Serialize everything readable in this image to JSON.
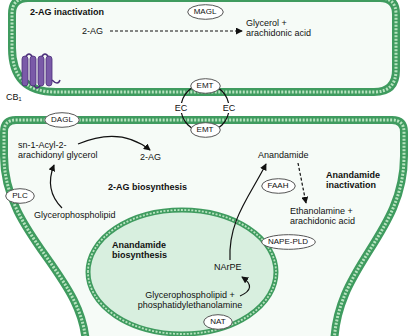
{
  "diagram": {
    "nodes": [
      {
        "text": [
          "2-AG inactivation",
          "2-AG",
          "Glycerol + arachidonic acid"
        ]
      },
      {
        "text": [
          "MAGL"
        ],
        "in": 0
      },
      {
        "text": [
          "EMT"
        ],
        "in": 0
      },
      {
        "text": [
          "sn-1-Acyl-2-arachidonyl glycerol",
          "2-AG",
          "2-AG biosynthesis",
          "Glycerophospholipid",
          "Anandamide",
          "Anandamide inactivation",
          "Ethanolamine + arachidonic acid"
        ]
      },
      {
        "text": [
          "DAGL"
        ],
        "in": 3
      },
      {
        "text": [
          "EMT"
        ],
        "in": 3
      },
      {
        "text": [
          "PLC"
        ],
        "in": 3
      },
      {
        "text": [
          "FAAH"
        ],
        "in": 3
      },
      {
        "text": [
          "NAPE-PLD"
        ],
        "in": 3
      },
      {
        "text": [
          "Anandamide biosynthesis",
          "NArPE",
          "Glycerophospholipid + phosphatidylethanolamine"
        ],
        "in": 3
      },
      {
        "text": [
          "NAT"
        ],
        "in": 9
      }
    ],
    "labels": [
      "CB₁",
      "EC",
      "EC"
    ]
  }
}
